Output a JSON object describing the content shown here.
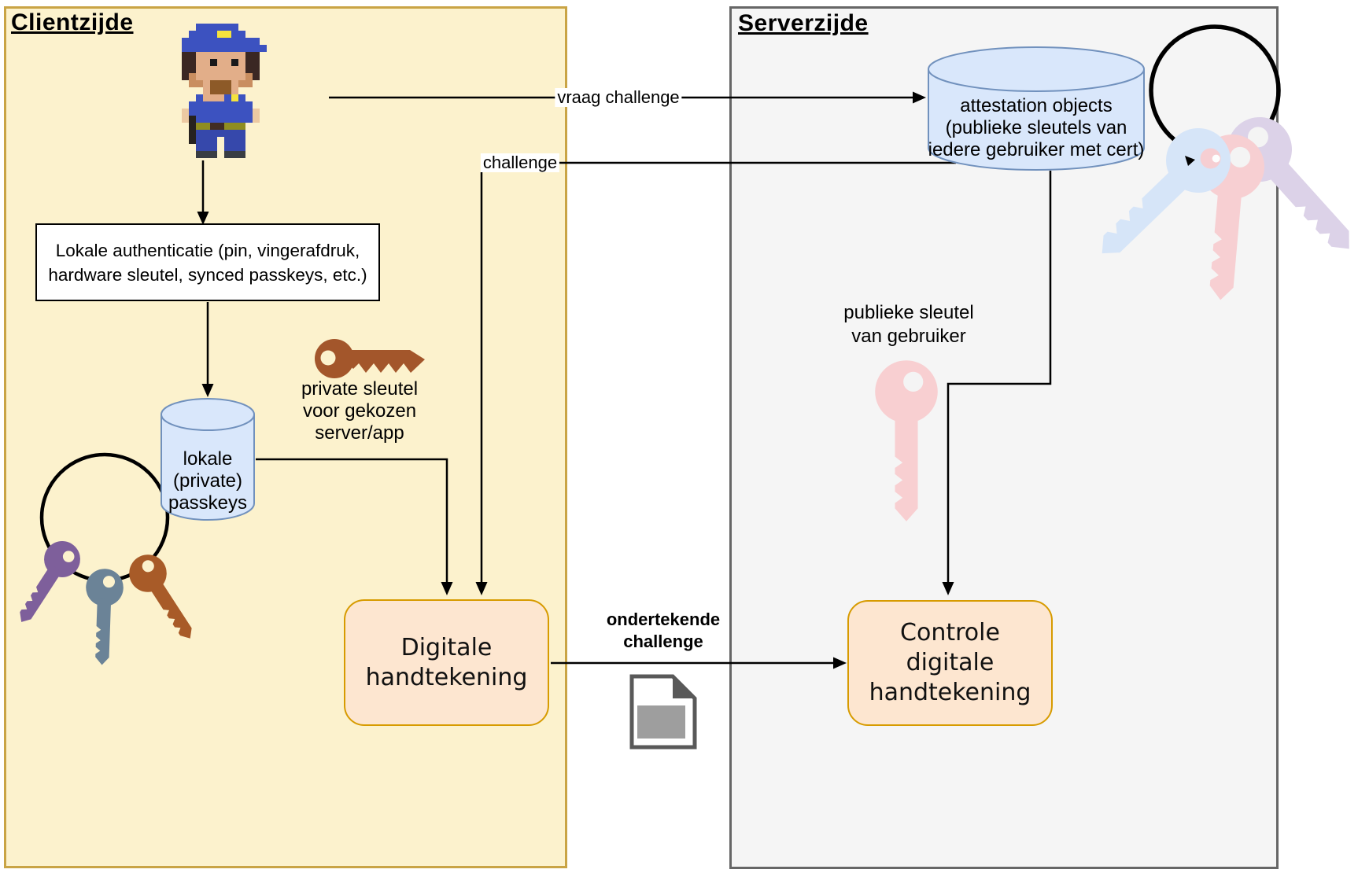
{
  "client_panel": {
    "title": "Clientzijde"
  },
  "server_panel": {
    "title": "Serverzijde"
  },
  "boxes": {
    "local_auth": {
      "line1": "Lokale authenticatie (pin, vingerafdruk,",
      "line2": "hardware sleutel, synced passkeys, etc.)"
    },
    "local_passkeys": {
      "line1": "lokale",
      "line2": "(private)",
      "line3": "passkeys"
    },
    "attestation_db": {
      "line1": "attestation objects",
      "line2": "(publieke sleutels van",
      "line3": "iedere gebruiker met cert)"
    },
    "digital_signature": {
      "line1": "Digitale",
      "line2": "handtekening"
    },
    "verify_signature": {
      "line1": "Controle",
      "line2": "digitale",
      "line3": "handtekening"
    }
  },
  "labels": {
    "request_challenge": "vraag challenge",
    "challenge": "challenge",
    "private_key": {
      "line1": "private sleutel",
      "line2": "voor gekozen",
      "line3": "server/app"
    },
    "public_key": {
      "line1": "publieke sleutel",
      "line2": "van gebruiker"
    },
    "signed_challenge": {
      "line1": "ondertekende",
      "line2": "challenge"
    }
  },
  "icons": {
    "person": "pixel-art-user",
    "keyring_left": "keyring-with-three-keys",
    "keyring_right": "keyring-with-three-keys",
    "private_key_icon": "brown-key-horizontal",
    "public_key_icon": "pink-key-vertical",
    "signed_document": "document-folded-corner"
  },
  "colors": {
    "client_panel_bg": "#fcf2cd",
    "client_panel_border": "#c9a445",
    "server_panel_bg": "#f5f5f5",
    "server_panel_border": "#666666",
    "node_fill": "#fde6d0",
    "node_border": "#d79b00",
    "db_fill": "#d9e7fb",
    "db_border": "#7191bd",
    "arrow": "#000000",
    "key_purple": "#7e5f9b",
    "key_steel": "#6b8397",
    "key_brown": "#a85b28",
    "key_pink": "#f7cfd2",
    "key_blue": "#d6e5f8",
    "key_lavender": "#dcd2e8"
  }
}
